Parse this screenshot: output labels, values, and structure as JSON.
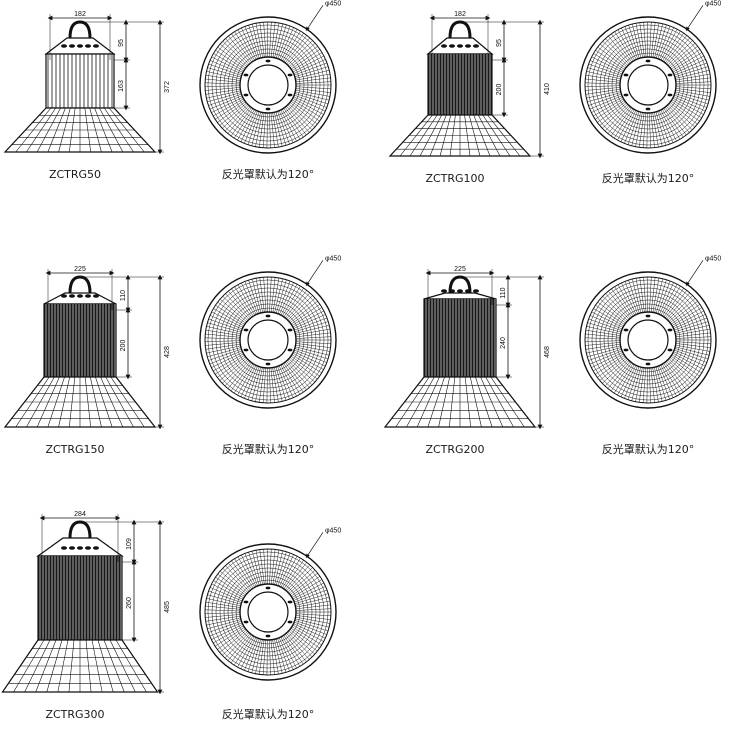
{
  "drawing_labels": {
    "reflector_note": "反光罩默认为120°",
    "diameter": "φ450"
  },
  "models": [
    {
      "name": "ZCTRG50",
      "top_width": "182",
      "upper_height": "95",
      "body_height": "163",
      "total_height": "372"
    },
    {
      "name": "ZCTRG100",
      "top_width": "182",
      "upper_height": "95",
      "body_height": "200",
      "total_height": "410"
    },
    {
      "name": "ZCTRG150",
      "top_width": "225",
      "upper_height": "110",
      "body_height": "200",
      "total_height": "428"
    },
    {
      "name": "ZCTRG200",
      "top_width": "225",
      "upper_height": "110",
      "body_height": "240",
      "total_height": "468"
    },
    {
      "name": "ZCTRG300",
      "top_width": "284",
      "upper_height": "109",
      "body_height": "260",
      "total_height": "485"
    }
  ]
}
